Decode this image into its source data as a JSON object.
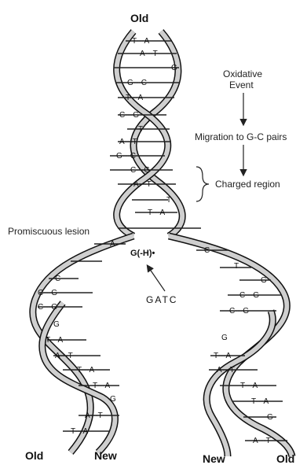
{
  "labels": {
    "top_old": "Old",
    "bottom_old_left": "Old",
    "bottom_new_left": "New",
    "bottom_new_right": "New",
    "bottom_old_right": "Old"
  },
  "annotations": {
    "oxidative_line1": "Oxidative",
    "oxidative_line2": "Event",
    "migration": "Migration to G-C pairs",
    "charged_region": "Charged region",
    "promiscuous_lesion": "Promiscuous lesion",
    "lesion_base": "G(-H)•",
    "gatc": "GATC"
  },
  "base_pairs": {
    "top_helix": [
      "T---A",
      "A---T",
      "G",
      "G---C",
      "T---A",
      "C---G",
      "T",
      "A---T",
      "G---C",
      "C---G",
      "A---T",
      "T",
      "T---A"
    ],
    "left_fork": [
      "A",
      "C",
      "C---G",
      "C---G",
      "G",
      "T---A",
      "A---T",
      "T---A",
      "T---A",
      "G",
      "A---T",
      "T---A"
    ],
    "right_fork": [
      "C",
      "T",
      "G",
      "C---G",
      "C---G",
      "G",
      "T---A",
      "A---T",
      "T---A",
      "T---A",
      "G",
      "A---T"
    ]
  },
  "colors": {
    "strand_fill": "#cfcfcf",
    "strand_edge": "#111111",
    "rung": "#222222"
  }
}
